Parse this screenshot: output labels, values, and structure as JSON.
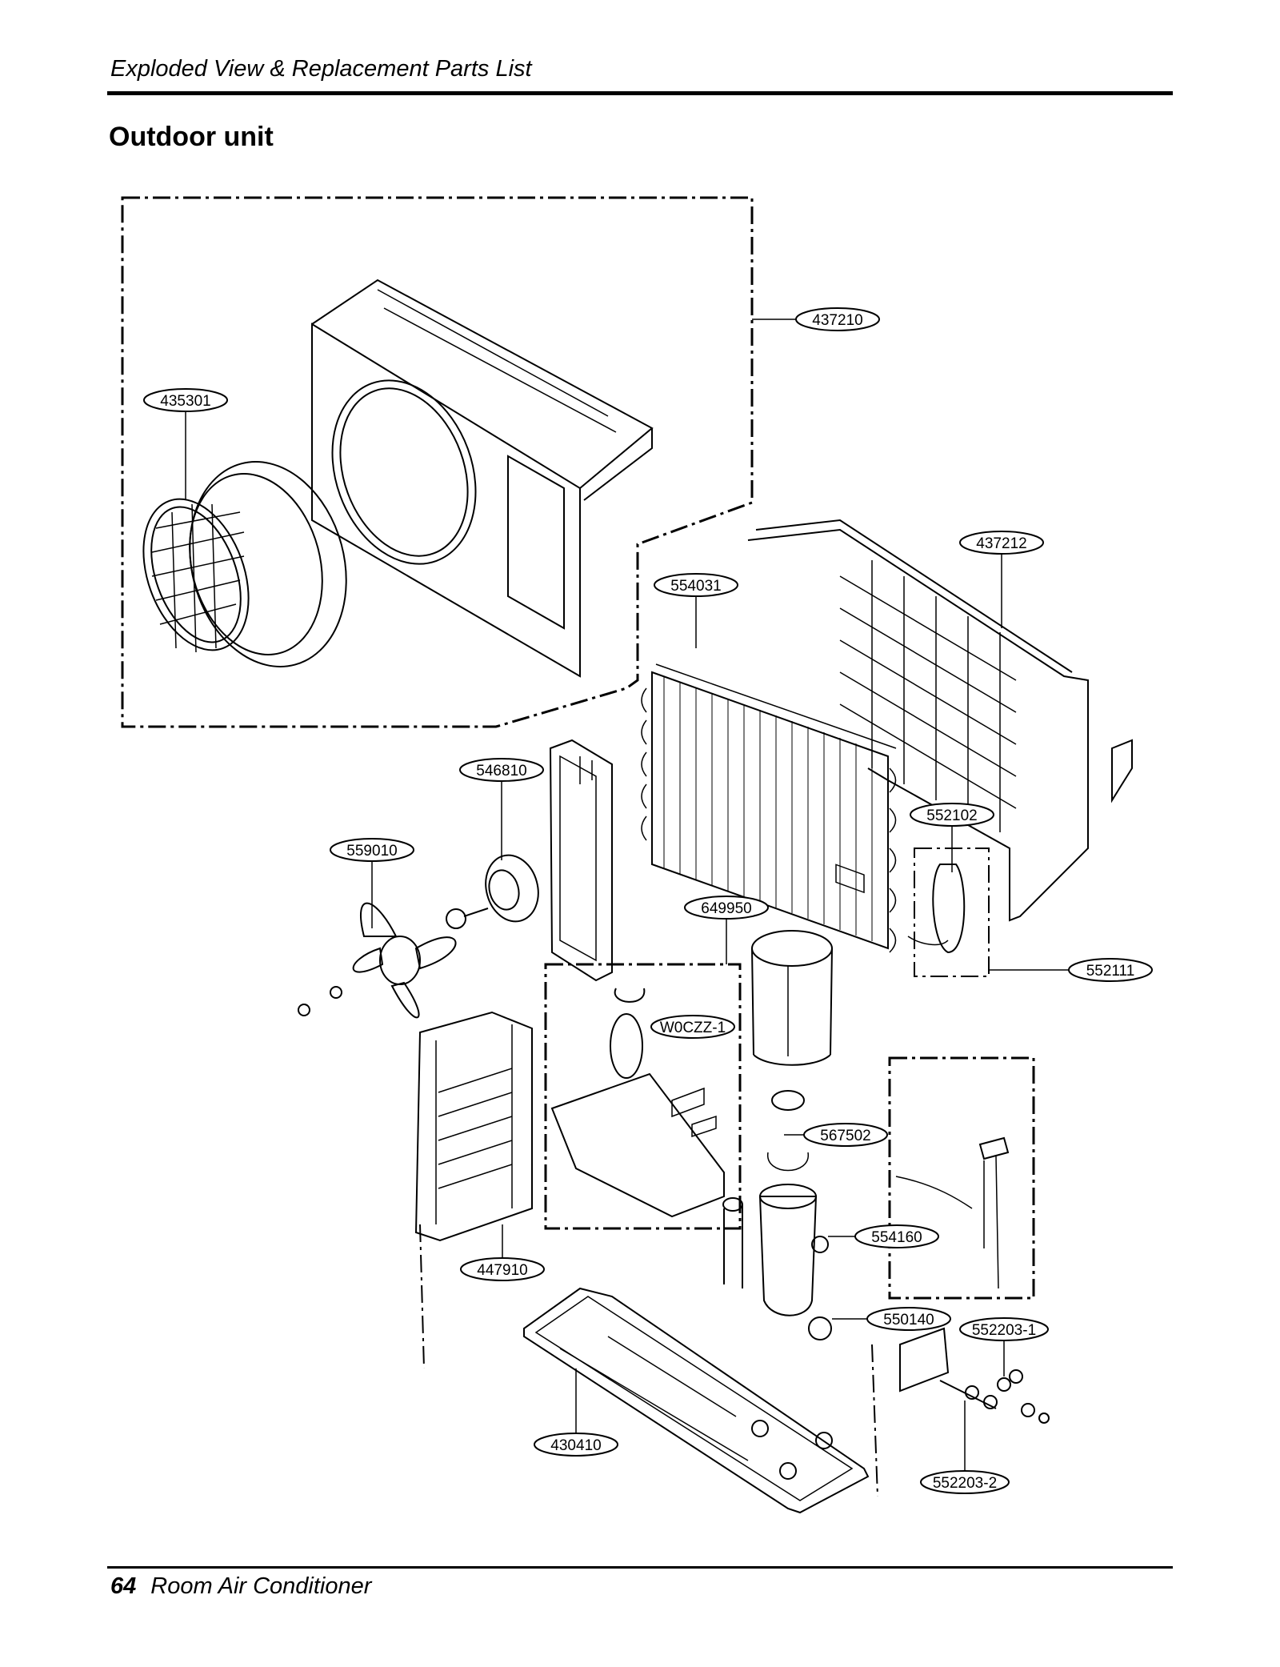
{
  "header": {
    "title": "Exploded View & Replacement Parts List"
  },
  "section": {
    "title": "Outdoor unit"
  },
  "footer": {
    "page_number": "64",
    "doc_title": "Room Air Conditioner"
  },
  "callouts": [
    {
      "id": "c437210",
      "label": "437210"
    },
    {
      "id": "c435301",
      "label": "435301"
    },
    {
      "id": "c437212",
      "label": "437212"
    },
    {
      "id": "c554031",
      "label": "554031"
    },
    {
      "id": "c546810",
      "label": "546810"
    },
    {
      "id": "c559010",
      "label": "559010"
    },
    {
      "id": "c552102",
      "label": "552102"
    },
    {
      "id": "c649950",
      "label": "649950"
    },
    {
      "id": "c552111",
      "label": "552111"
    },
    {
      "id": "cW0CZZ",
      "label": "W0CZZ-1"
    },
    {
      "id": "c567502",
      "label": "567502"
    },
    {
      "id": "c554160",
      "label": "554160"
    },
    {
      "id": "c447910",
      "label": "447910"
    },
    {
      "id": "c550140",
      "label": "550140"
    },
    {
      "id": "c552203-1",
      "label": "552203-1"
    },
    {
      "id": "c430410",
      "label": "430410"
    },
    {
      "id": "c552203-2",
      "label": "552203-2"
    }
  ]
}
